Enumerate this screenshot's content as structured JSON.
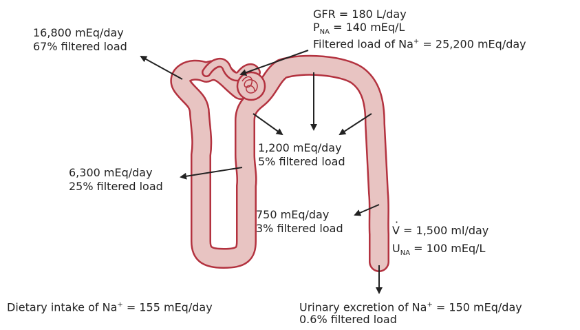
{
  "colors": {
    "tubule_fill": "#e8c4c2",
    "tubule_outline": "#b3323f",
    "arrow": "#222222"
  },
  "glomerulus": {
    "gfr": "GFR = 180 L/day",
    "pna_prefix": "P",
    "pna_sub": "NA",
    "pna_value": " = 140 mEq/L",
    "filtered_prefix": "Filtered load of Na",
    "filtered_sup": "+",
    "filtered_value": " = 25,200 mEq/day"
  },
  "proximal": {
    "amount": "16,800 mEq/day",
    "percent": "67% filtered load"
  },
  "loop": {
    "amount": "6,300 mEq/day",
    "percent": "25% filtered load"
  },
  "distal": {
    "amount": "1,200 mEq/day",
    "percent": "5% filtered load"
  },
  "collecting": {
    "amount": "750 mEq/day",
    "percent": "3% filtered load"
  },
  "urine": {
    "v_symbol": "V",
    "v_value": " = 1,500 ml/day",
    "una_prefix": "U",
    "una_sub": "NA",
    "una_value": " = 100 mEq/L"
  },
  "dietary": {
    "prefix": "Dietary intake of Na",
    "sup": "+",
    "value": " = 155 mEq/day"
  },
  "excretion": {
    "prefix": "Urinary excretion of Na",
    "sup": "+",
    "value": " = 150 mEq/day",
    "percent": "0.6% filtered load"
  }
}
